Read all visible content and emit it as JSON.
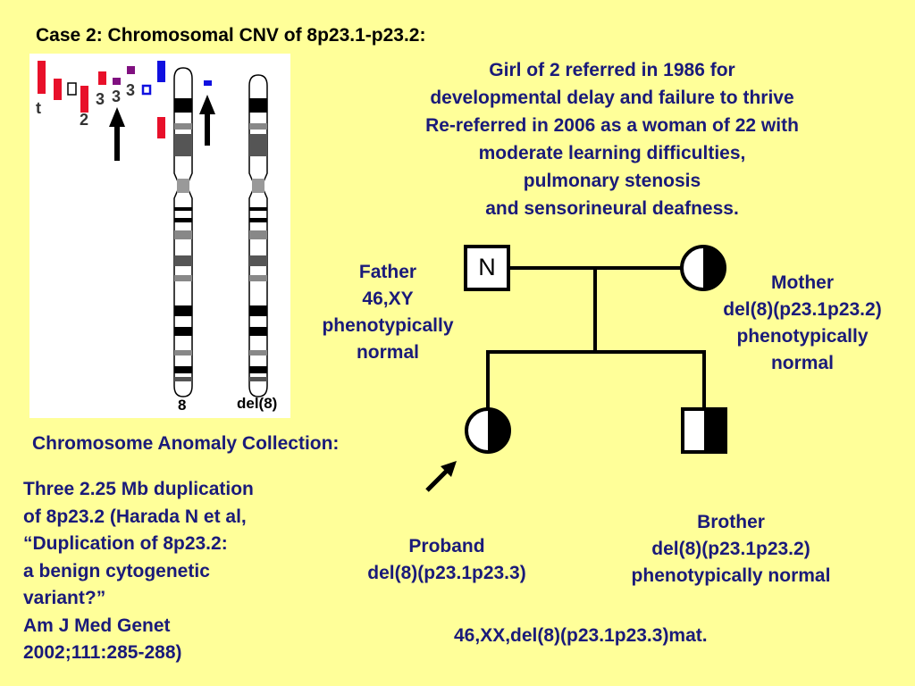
{
  "title": "Case 2: Chromosomal CNV of  8p23.1-p23.2:",
  "description": [
    "Girl of 2 referred in 1986 for",
    "developmental delay and failure to thrive",
    "Re-referred in 2006 as a woman of 22 with",
    "moderate learning difficulties,",
    "pulmonary stenosis",
    "and sensorineural deafness."
  ],
  "figure": {
    "chrom_normal_label": "8",
    "chrom_del_label": "del(8)",
    "marker_labels": [
      "t",
      "3",
      "3",
      "3",
      "2"
    ]
  },
  "pedigree": {
    "father": {
      "symbol_text": "N",
      "lines": [
        "Father",
        "46,XY",
        "phenotypically",
        "normal"
      ]
    },
    "mother": {
      "lines": [
        "Mother",
        "del(8)(p23.1p23.2)",
        "phenotypically",
        "normal"
      ]
    },
    "proband": {
      "lines": [
        "Proband",
        "del(8)(p23.1p23.3)"
      ]
    },
    "brother": {
      "lines": [
        "Brother",
        "del(8)(p23.1p23.2)",
        "phenotypically normal"
      ]
    }
  },
  "collection": {
    "heading": "Chromosome Anomaly Collection:",
    "lines": [
      "Three 2.25 Mb duplication",
      "of 8p23.2 (Harada N et al,",
      "“Duplication of 8p23.2:",
      "a benign cytogenetic",
      "variant?”",
      "Am J Med Genet",
      "2002;111:285-288)"
    ]
  },
  "karyotype": "46,XX,del(8)(p23.1p23.3)mat.",
  "colors": {
    "background": "#ffff99",
    "text": "#1a1a7a",
    "red": "#e8102a",
    "blue": "#1010e0",
    "purple": "#801080"
  }
}
